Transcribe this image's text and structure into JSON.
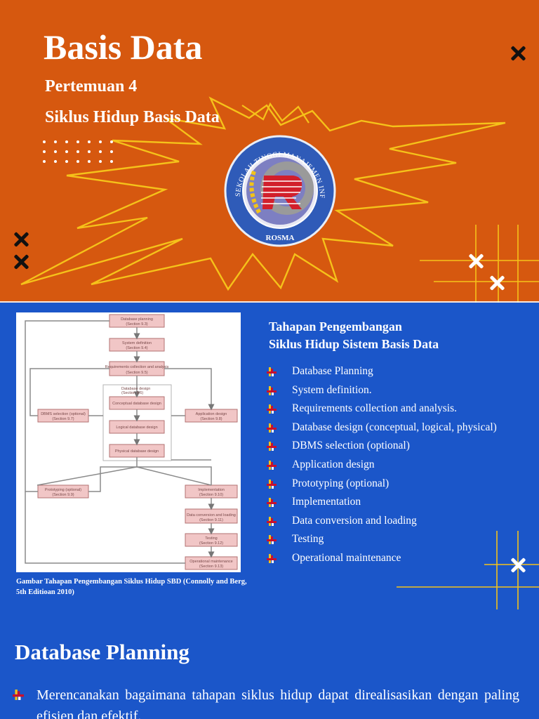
{
  "slide1": {
    "title": "Basis Data",
    "subtitle1": "Pertemuan 4",
    "subtitle2": "Siklus Hidup Basis Data",
    "logo": {
      "ring_text": "SEKOLAH TINGGI MANAJEMEN INFORMATIKA DAN KOMPUTER",
      "bottom_text": "ROSMA",
      "icon": "rosma-logo"
    },
    "colors": {
      "background": "#d6580f",
      "accent": "#f5c21a",
      "text": "#ffffff"
    }
  },
  "slide2": {
    "heading_line1": "Tahapan Pengembangan",
    "heading_line2": "Siklus Hidup Sistem Basis Data",
    "stages": [
      "Database Planning",
      "System definition.",
      "Requirements collection and analysis.",
      "Database design (conceptual, logical, physical)",
      "DBMS selection (optional)",
      "Application design",
      "Prototyping (optional)",
      "Implementation",
      "Data conversion and loading",
      "Testing",
      "Operational maintenance"
    ],
    "figure_caption": "Gambar Tahapan Pengembangan Siklus Hidup SBD (Connolly and Berg, 5th Editioan 2010)",
    "figure": {
      "boxes": [
        {
          "label": "Database planning",
          "ref": "(Section 9.3)"
        },
        {
          "label": "System definition",
          "ref": "(Section 9.4)"
        },
        {
          "label": "Requirements collection and analysis",
          "ref": "(Section 9.5)"
        },
        {
          "label": "Database design",
          "ref": "(Section 9.6)"
        },
        {
          "label": "Conceptual database design",
          "ref": ""
        },
        {
          "label": "DBMS selection (optional)",
          "ref": "(Section 9.7)"
        },
        {
          "label": "Logical database design",
          "ref": ""
        },
        {
          "label": "Application design",
          "ref": "(Section 9.8)"
        },
        {
          "label": "Physical database design",
          "ref": ""
        },
        {
          "label": "Prototyping (optional)",
          "ref": "(Section 9.9)"
        },
        {
          "label": "Implementation",
          "ref": "(Section 9.10)"
        },
        {
          "label": "Data conversion and loading",
          "ref": "(Section 9.11)"
        },
        {
          "label": "Testing",
          "ref": "(Section 9.12)"
        },
        {
          "label": "Operational maintenance",
          "ref": "(Section 9.13)"
        }
      ]
    }
  },
  "slide3": {
    "title": "Database Planning",
    "text": "Merencanakan bagaimana tahapan siklus hidup dapat direalisasikan dengan paling efisien dan efektif."
  },
  "colors": {
    "blue_background": "#1b56c9",
    "bullet_red": "#c8102e",
    "bullet_yellow": "#f5c21a"
  }
}
